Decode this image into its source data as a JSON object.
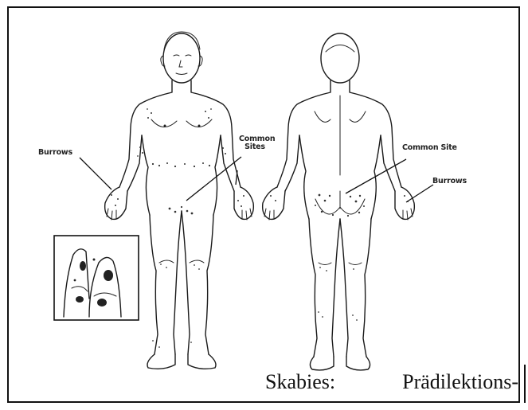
{
  "labels": {
    "front_left": "Burrows",
    "front_center": "Common Sites",
    "back_center": "Common Site",
    "back_right": "Burrows"
  },
  "caption": {
    "word1": "Skabies:",
    "word2": "Prädilektions-"
  },
  "colors": {
    "line": "#1a1a1a",
    "background": "#ffffff"
  }
}
